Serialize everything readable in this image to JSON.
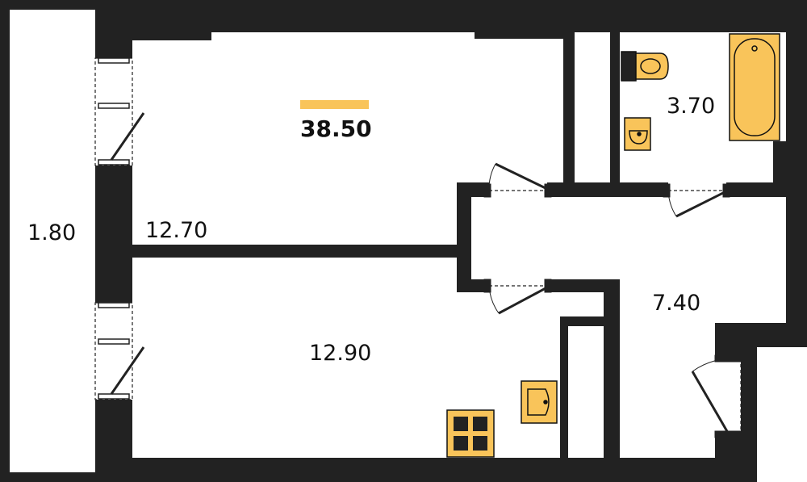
{
  "colors": {
    "wall": "#222222",
    "fixture_fill": "#f9c45a",
    "fixture_stroke": "#111111",
    "accent_bar": "#f9c45a",
    "background": "#ffffff"
  },
  "plan": {
    "total_area": "38.50",
    "rooms": {
      "balcony": "1.80",
      "living_room": "12.70",
      "bedroom": "12.90",
      "bathroom": "3.70",
      "hallway": "7.40"
    }
  },
  "icons": [
    "window-icon",
    "door-icon",
    "toilet-icon",
    "sink-icon",
    "bathtub-icon",
    "stove-icon"
  ]
}
